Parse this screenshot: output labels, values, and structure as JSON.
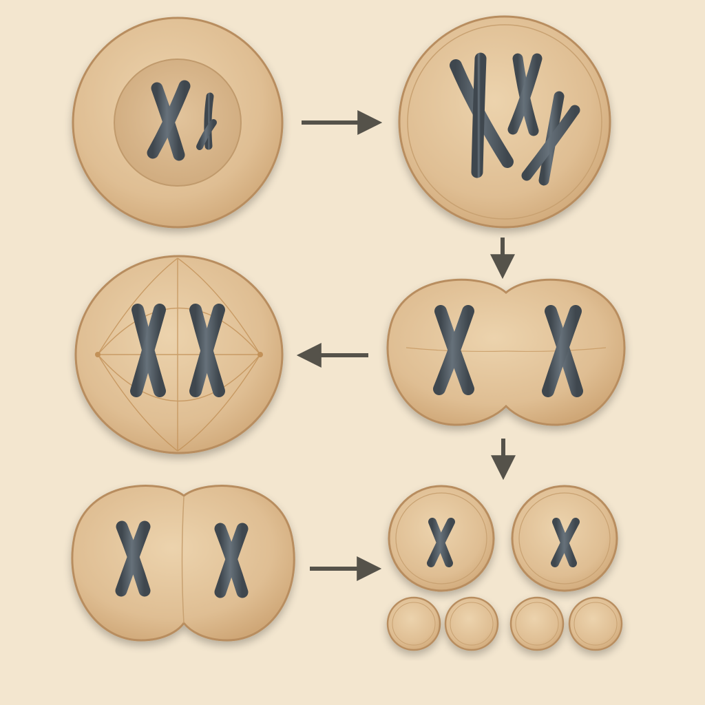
{
  "colors": {
    "background": "#f3e6cf",
    "cell_fill": "#dfbe93",
    "cell_fill_light": "#e9cfa8",
    "cell_edge": "#b88d5e",
    "nucleus_fill": "#d9b78c",
    "spindle": "#c29158",
    "chromosome": "#5a646c",
    "chromosome_dark": "#3f474e",
    "arrow": "#55524a"
  },
  "icons": {
    "arrow": "arrow-icon",
    "chromosome": "chromosome-icon"
  },
  "stages": [
    {
      "key": "nucleus-cell",
      "chromosome_pairs": 2
    },
    {
      "key": "condensing-cell",
      "chromosome_pairs": 3
    },
    {
      "key": "dividing-cell",
      "chromosome_pairs": 2
    },
    {
      "key": "spindle-cell",
      "chromosome_pairs": 2
    },
    {
      "key": "pinched-cell",
      "chromosome_pairs": 2
    },
    {
      "key": "daughter-cells",
      "count": 2
    },
    {
      "key": "small-cells",
      "count": 4
    }
  ]
}
